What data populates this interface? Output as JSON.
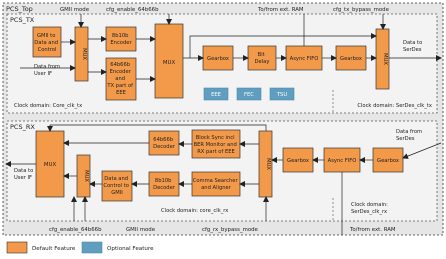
{
  "outer_title": "PCS_Top",
  "tx": {
    "title": "PCS_TX",
    "gmii_to_dc": [
      "GMII to",
      "Data and",
      "Control"
    ],
    "mux_a": "MUX",
    "enc_8b10b": [
      "8b10b",
      "Encoder"
    ],
    "enc_64b66b": [
      "64b66b",
      "Encoder",
      "and",
      "TX part of",
      "EEE"
    ],
    "mux_main": "MUX",
    "gearbox_1": "Gearbox",
    "bit_delay": [
      "Bit",
      "Delay"
    ],
    "async_fifo": "Async FIFO",
    "gearbox_2": "Gearbox",
    "mux_out": "MUX",
    "opt_eee": "EEE",
    "opt_fec": "FEC",
    "opt_tsu": "TSU",
    "data_from_user": [
      "Data from",
      "User IF"
    ],
    "data_to_serdes": [
      "Data to",
      "SerDes"
    ],
    "clock_left": "Clock domain: Core_clk_tx",
    "clock_right": "Clock domain: SerDes_clk_tx"
  },
  "rx": {
    "title": "PCS_RX",
    "mux_out": "MUX",
    "mux_small": "MUX",
    "dec_64b66b": [
      "64b66b",
      "Decoder"
    ],
    "dec_8b10b": [
      "8b10b",
      "Decoder"
    ],
    "dc_to_gmii": [
      "Data and",
      "Control to",
      "GMII"
    ],
    "block_sync": [
      "Block Sync incl",
      "BER Monitor and",
      "RX part of EEE"
    ],
    "comma": [
      "Comma Searcher",
      "and Aligner"
    ],
    "mux_in": "MUX",
    "gearbox": "Gearbox",
    "async_fifo": "Async FIFO",
    "gearbox_2": "Gearbox",
    "data_to_user": [
      "Data to",
      "User IF"
    ],
    "data_from_serdes": [
      "Data from",
      "SerDes"
    ],
    "clock_left": "Clock domain: core_clk_rx",
    "clock_right": [
      "Clock domain:",
      "SerDes_clk_rx"
    ]
  },
  "signals": {
    "gmii_mode_top": "GMII mode",
    "cfg_enable_top": "cfg_enable_64b66b",
    "to_from_ram_top": "To/from ext. RAM",
    "cfg_tx_bypass": "cfg_tx_bypass_mode",
    "cfg_enable_bottom": "cfg_enable_64b66b",
    "gmii_mode_bottom": "GMII mode",
    "cfg_rx_bypass": "cfg_rx_bypass_mode",
    "to_from_ram_bottom": "To/from ext. RAM"
  },
  "legend": {
    "default": "Default Feature",
    "optional": "Optional Feature"
  },
  "colors": {
    "default_fill": "#f39a4a",
    "optional_fill": "#5f9ebf",
    "panel": "#f2f2f2",
    "outer": "#e6e6e6",
    "stroke": "#333333"
  }
}
